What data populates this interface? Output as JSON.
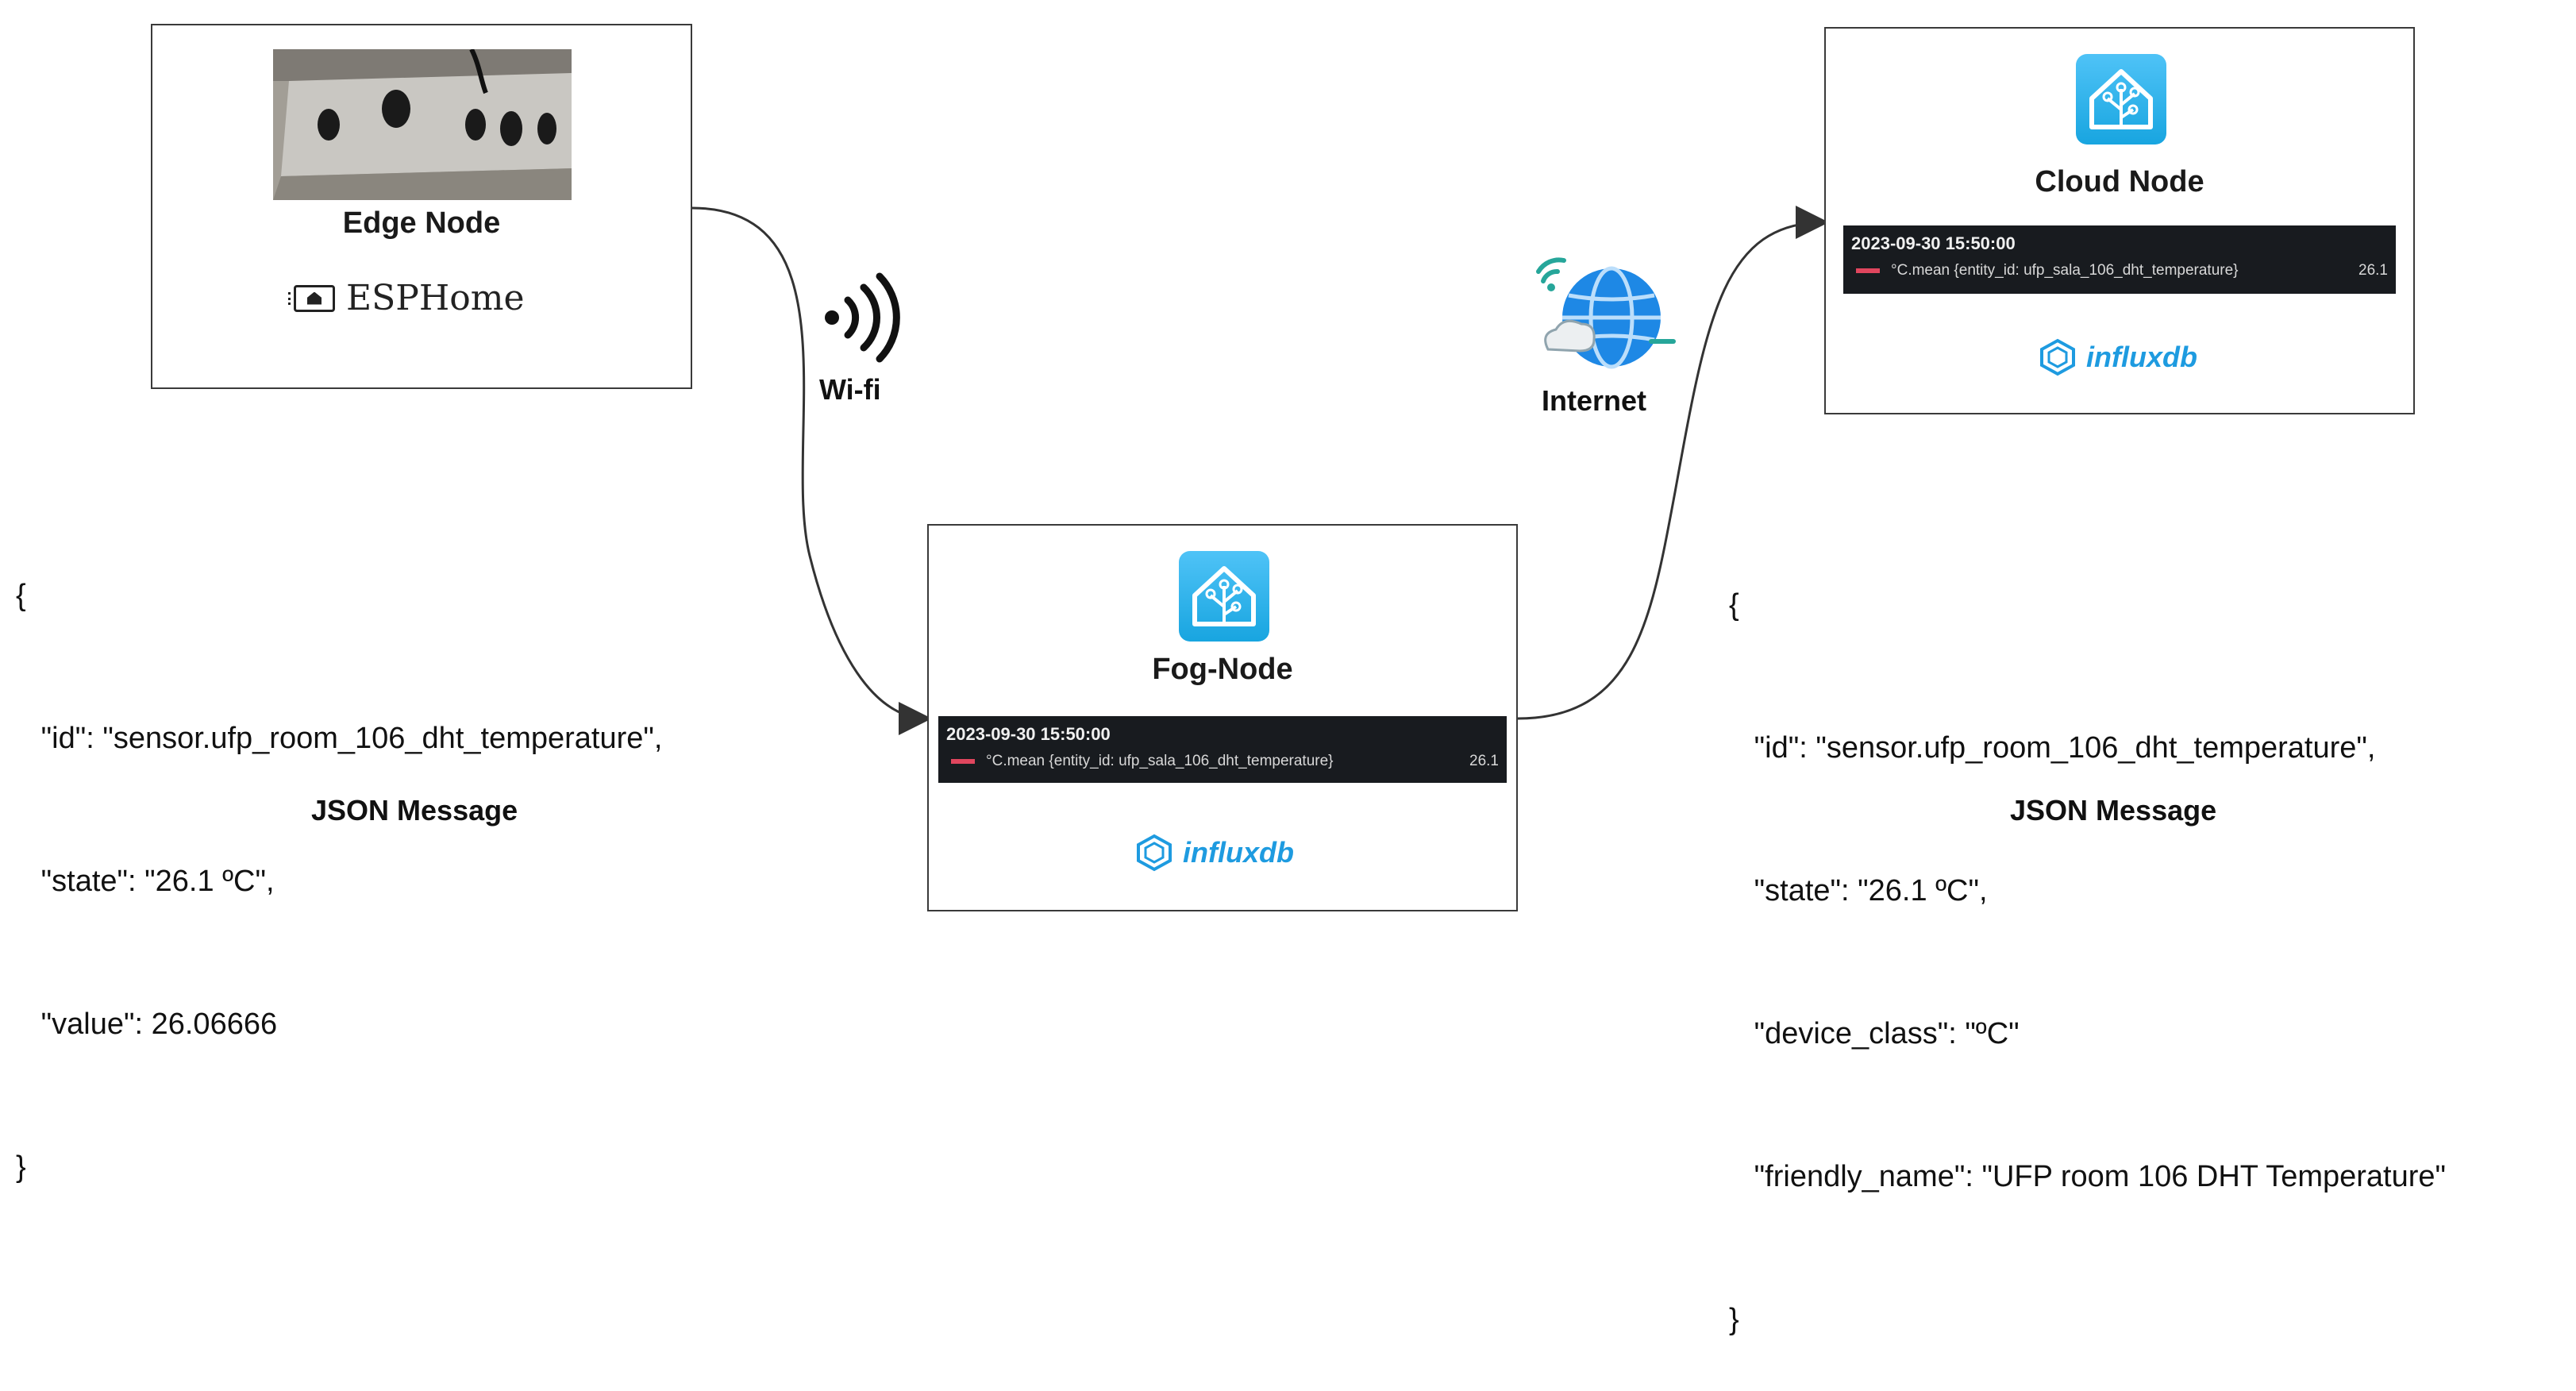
{
  "edge_node": {
    "title": "Edge Node",
    "platform": "ESPHome",
    "icon": "esphome-icon"
  },
  "fog_node": {
    "title": "Fog-Node",
    "icon": "home-assistant-icon",
    "panel": {
      "timestamp": "2023-09-30 15:50:00",
      "series": "°C.mean {entity_id: ufp_sala_106_dht_temperature}",
      "value": "26.1"
    },
    "db": "influxdb"
  },
  "cloud_node": {
    "title": "Cloud Node",
    "icon": "home-assistant-icon",
    "panel": {
      "timestamp": "2023-09-30 15:50:00",
      "series": "°C.mean {entity_id: ufp_sala_106_dht_temperature}",
      "value": "26.1"
    },
    "db": "influxdb"
  },
  "links": {
    "wifi_label": "Wi-fi",
    "internet_label": "Internet"
  },
  "json_left": {
    "lines": [
      "{",
      "   \"id\": \"sensor.ufp_room_106_dht_temperature\",",
      "   \"state\": \"26.1 ºC\",",
      "   \"value\": 26.06666",
      "}"
    ],
    "caption": "JSON Message"
  },
  "json_right": {
    "lines": [
      "{",
      "   \"id\": \"sensor.ufp_room_106_dht_temperature\",",
      "   \"state\": \"26.1 ºC\",",
      "   \"device_class\": \"ºC\"",
      "   \"friendly_name\": \"UFP room 106 DHT Temperature\"",
      "}"
    ],
    "caption": "JSON Message"
  },
  "colors": {
    "panel_bg": "#181b1f",
    "series_line": "#e0465e",
    "influx_blue": "#1e9be0",
    "ha_blue": "#18a5e0"
  }
}
